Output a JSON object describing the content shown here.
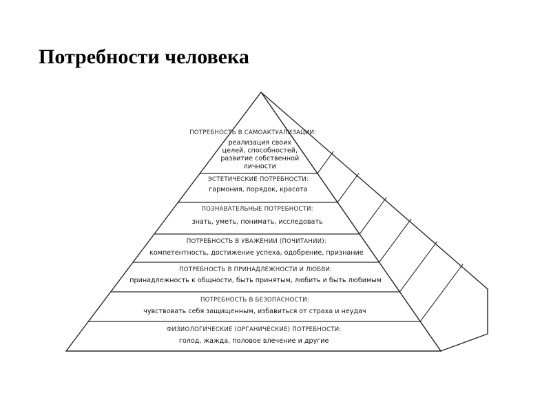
{
  "slide": {
    "title": "Потребности человека"
  },
  "pyramid": {
    "levels": [
      {
        "heading": "ПОТРЕБНОСТЬ В САМОАКТУАЛИЗАЦИИ:",
        "description": [
          "реализация своих",
          "целей, способностей,",
          "развитие собственной",
          "личности"
        ]
      },
      {
        "heading": "ЭСТЕТИЧЕСКИЕ ПОТРЕБНОСТИ:",
        "description": [
          "гармония, порядок, красота"
        ]
      },
      {
        "heading": "ПОЗНАВАТЕЛЬНЫЕ ПОТРЕБНОСТИ:",
        "description": [
          "знать, уметь, понимать, исследовать"
        ]
      },
      {
        "heading": "ПОТРЕБНОСТЬ В УВАЖЕНИИ (ПОЧИТАНИИ):",
        "description": [
          "компетентность, достижение успеха, одобрение, признание"
        ]
      },
      {
        "heading": "ПОТРЕБНОСТЬ В ПРИНАДЛЕЖНОСТИ И ЛЮБВИ:",
        "description": [
          "принадлежность к общности, быть принятым, любить и быть любимым"
        ]
      },
      {
        "heading": "ПОТРЕБНОСТЬ В БЕЗОПАСНОСТИ:",
        "description": [
          "чувствовать себя защищенным, избавиться от страха и неудач"
        ]
      },
      {
        "heading": "ФИЗИОЛОГИЧЕСКИЕ (ОРГАНИЧЕСКИЕ) ПОТРЕБНОСТИ:",
        "description": [
          "голод, жажда, половое влечение и другие"
        ]
      }
    ]
  }
}
